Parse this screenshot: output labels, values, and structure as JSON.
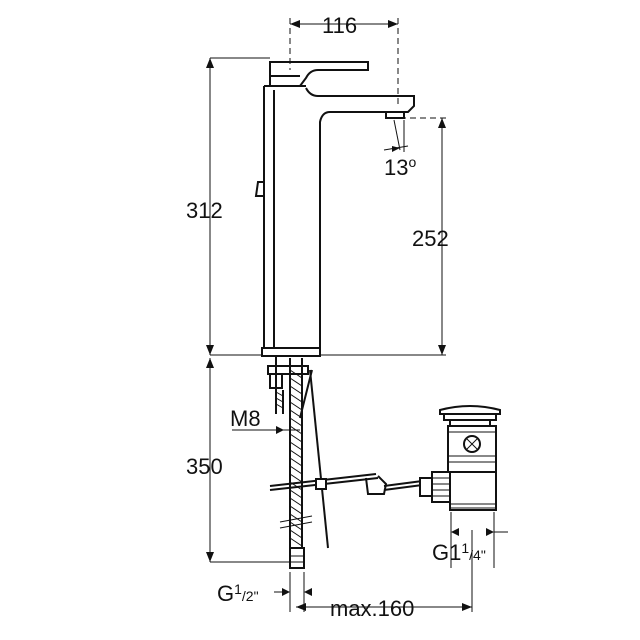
{
  "labels": {
    "width": "116",
    "height_total": "312",
    "spout_height": "252",
    "angle": "13",
    "angle_unit": "o",
    "below_height": "350",
    "thread_rod": "M8",
    "hose_thread_g": "G",
    "hose_thread_sup": "1",
    "hose_thread_sub": "/2\"",
    "drain_thread_g": "G1",
    "drain_thread_sup": "1",
    "drain_thread_sub": "/4\"",
    "max_reach": "max.160"
  }
}
